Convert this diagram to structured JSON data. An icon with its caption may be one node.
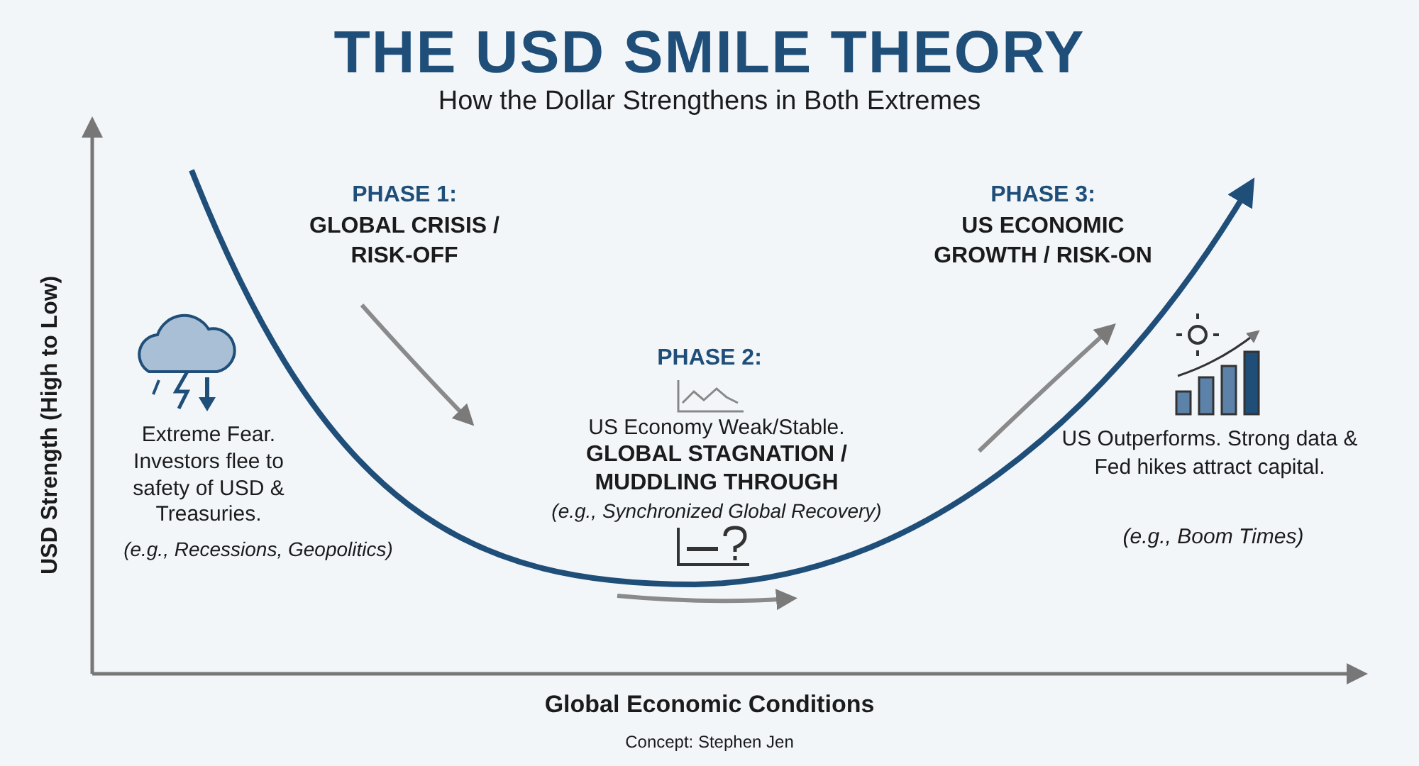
{
  "diagram": {
    "title": "THE USD SMILE THEORY",
    "caption": "Concept: Stephen Jen",
    "labels": [
      "How the Dollar Strengthens in Both Extremes",
      "USD Strength (High to Low)",
      "PHASE 1:",
      "GLOBAL CRISIS / RISK-OFF",
      "PHASE 2:",
      "PHASE 3:",
      "US ECONOMIC GROWTH / RISK-ON",
      "Extreme Fear. Investors flee to safety of USD & Treasuries.",
      "(e.g., Recessions, Geopolitics)",
      "US Economy Weak/Stable.",
      "GLOBAL STAGNATION / MUDDLING THROUGH",
      "(e.g., Synchronized Global Recovery)",
      "US Outperforms. Strong data & Fed hikes attract capital.",
      "(e.g., Boom Times)",
      "Global Economic Conditions"
    ]
  }
}
